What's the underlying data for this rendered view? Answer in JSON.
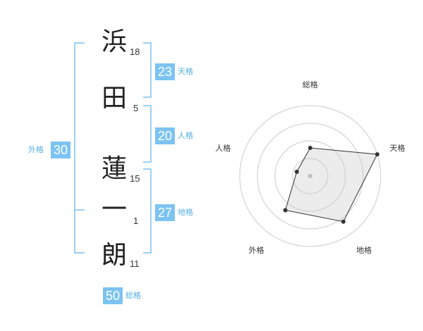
{
  "name": {
    "characters": [
      {
        "char": "浜",
        "strokes": "18"
      },
      {
        "char": "田",
        "strokes": "5"
      },
      {
        "char": "蓮",
        "strokes": "15"
      },
      {
        "char": "一",
        "strokes": "1"
      },
      {
        "char": "朗",
        "strokes": "11"
      }
    ]
  },
  "fortune": {
    "tenkaku": {
      "label": "天格",
      "value": "23"
    },
    "jinkaku": {
      "label": "人格",
      "value": "20"
    },
    "chikaku": {
      "label": "地格",
      "value": "27"
    },
    "gaikaku": {
      "label": "外格",
      "value": "30"
    },
    "soukaku": {
      "label": "総格",
      "value": "50"
    }
  },
  "colors": {
    "accent": "#7cc3f2",
    "accent_text": "#59aee6",
    "bracket": "#7cc3f2"
  },
  "chart_data": {
    "type": "radar",
    "axes": [
      "総格",
      "天格",
      "地格",
      "外格",
      "人格"
    ],
    "values": [
      2,
      5,
      4,
      3,
      1
    ],
    "max": 5,
    "grid_rings": 4
  }
}
